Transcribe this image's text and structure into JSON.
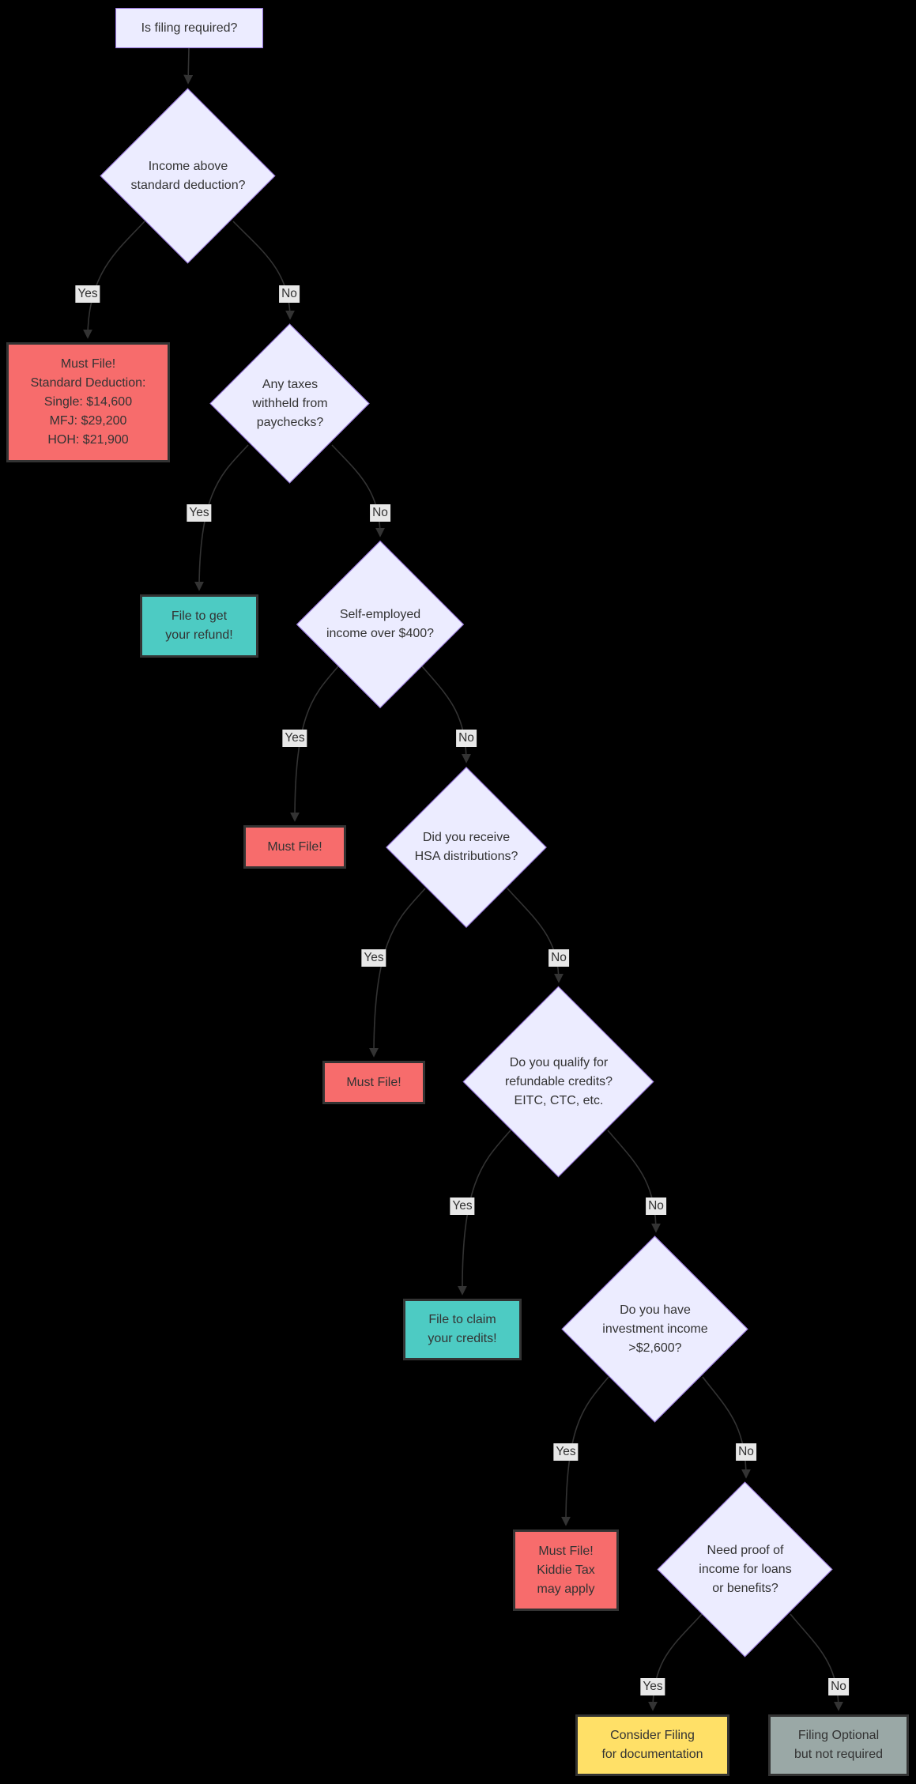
{
  "diagram": {
    "type": "flowchart",
    "direction": "top-down",
    "background": "#000000"
  },
  "colors": {
    "question_fill": "#ECECFF",
    "question_border": "#9370DB",
    "must_file_fill": "#F76C6C",
    "file_benefit_fill": "#4DCBC3",
    "consider_fill": "#FFE067",
    "optional_fill": "#9AA8A6",
    "result_border": "#333333",
    "edge_line": "#333333",
    "edge_label_bg": "#E8E8E8",
    "text": "#333333"
  },
  "nodes": [
    {
      "id": "start",
      "type": "rect",
      "label": "Is filing required?"
    },
    {
      "id": "q_income",
      "type": "diamond",
      "label": "Income above\nstandard deduction?"
    },
    {
      "id": "must_file_sd",
      "type": "red",
      "label": "Must File!\nStandard Deduction:\nSingle: $14,600\nMFJ: $29,200\nHOH: $21,900"
    },
    {
      "id": "q_withheld",
      "type": "diamond",
      "label": "Any taxes\nwithheld from\npaychecks?"
    },
    {
      "id": "file_refund",
      "type": "teal",
      "label": "File to get\nyour refund!"
    },
    {
      "id": "q_self_employed",
      "type": "diamond",
      "label": "Self-employed\nincome over $400?"
    },
    {
      "id": "must_file_se",
      "type": "red",
      "label": "Must File!"
    },
    {
      "id": "q_hsa",
      "type": "diamond",
      "label": "Did you receive\nHSA distributions?"
    },
    {
      "id": "must_file_hsa",
      "type": "red",
      "label": "Must File!"
    },
    {
      "id": "q_credits",
      "type": "diamond",
      "label": "Do you qualify for\nrefundable credits?\nEITC, CTC, etc."
    },
    {
      "id": "file_credits",
      "type": "teal",
      "label": "File to claim\nyour credits!"
    },
    {
      "id": "q_investment",
      "type": "diamond",
      "label": "Do you have\ninvestment income\n>$2,600?"
    },
    {
      "id": "must_file_kiddie",
      "type": "red",
      "label": "Must File!\nKiddie Tax\nmay apply"
    },
    {
      "id": "q_proof",
      "type": "diamond",
      "label": "Need proof of\nincome for loans\nor benefits?"
    },
    {
      "id": "consider_filing",
      "type": "yellow",
      "label": "Consider Filing\nfor documentation"
    },
    {
      "id": "filing_optional",
      "type": "gray",
      "label": "Filing Optional\nbut not required"
    }
  ],
  "edges": [
    {
      "from": "start",
      "to": "q_income",
      "label": ""
    },
    {
      "from": "q_income",
      "to": "must_file_sd",
      "label": "Yes"
    },
    {
      "from": "q_income",
      "to": "q_withheld",
      "label": "No"
    },
    {
      "from": "q_withheld",
      "to": "file_refund",
      "label": "Yes"
    },
    {
      "from": "q_withheld",
      "to": "q_self_employed",
      "label": "No"
    },
    {
      "from": "q_self_employed",
      "to": "must_file_se",
      "label": "Yes"
    },
    {
      "from": "q_self_employed",
      "to": "q_hsa",
      "label": "No"
    },
    {
      "from": "q_hsa",
      "to": "must_file_hsa",
      "label": "Yes"
    },
    {
      "from": "q_hsa",
      "to": "q_credits",
      "label": "No"
    },
    {
      "from": "q_credits",
      "to": "file_credits",
      "label": "Yes"
    },
    {
      "from": "q_credits",
      "to": "q_investment",
      "label": "No"
    },
    {
      "from": "q_investment",
      "to": "must_file_kiddie",
      "label": "Yes"
    },
    {
      "from": "q_investment",
      "to": "q_proof",
      "label": "No"
    },
    {
      "from": "q_proof",
      "to": "consider_filing",
      "label": "Yes"
    },
    {
      "from": "q_proof",
      "to": "filing_optional",
      "label": "No"
    }
  ]
}
